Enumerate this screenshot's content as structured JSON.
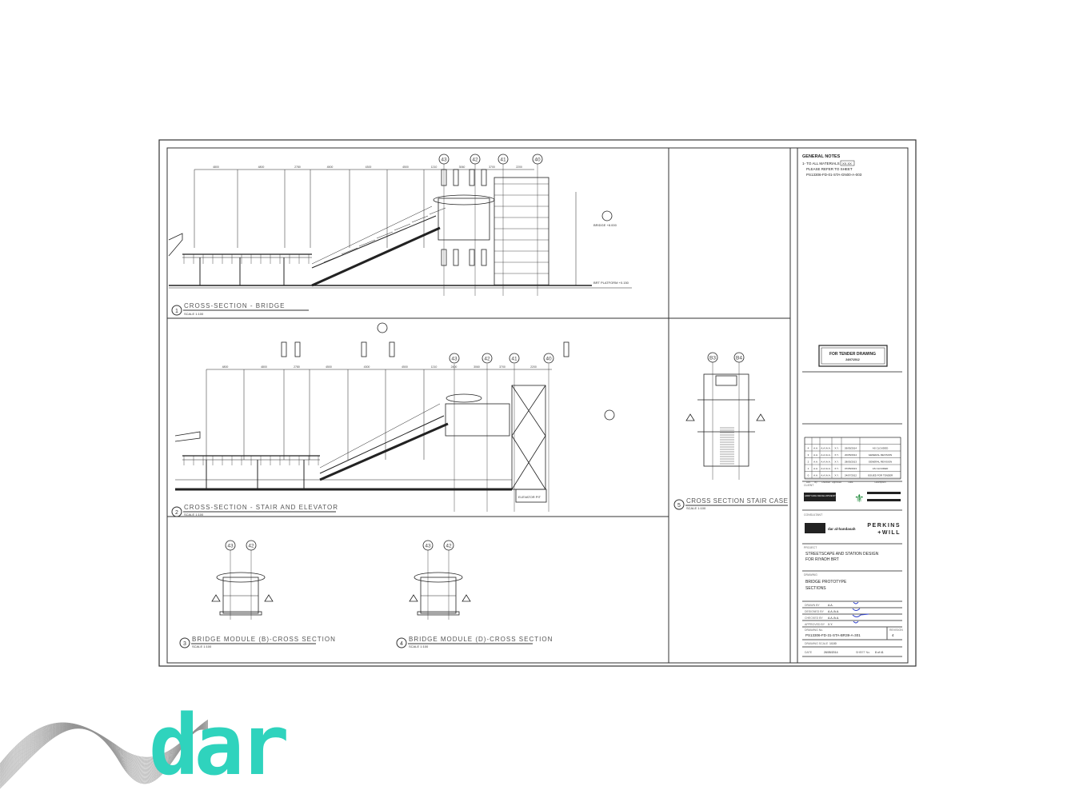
{
  "sheet": {
    "sections": [
      {
        "number": "1",
        "title": "CROSS-SECTION - BRIDGE",
        "scale": "SCALE 1:100"
      },
      {
        "number": "2",
        "title": "CROSS-SECTION - STAIR AND ELEVATOR",
        "scale": "SCALE 1:100"
      },
      {
        "number": "3",
        "title": "BRIDGE MODULE (B)-CROSS SECTION",
        "scale": "SCALE 1:100"
      },
      {
        "number": "4",
        "title": "BRIDGE MODULE (D)-CROSS SECTION",
        "scale": "SCALE 1:100"
      },
      {
        "number": "5",
        "title": "CROSS SECTION STAIR CASE",
        "scale": "SCALE 1:100"
      }
    ],
    "grid_labels_1": [
      "43",
      "42",
      "41",
      "40"
    ],
    "grid_labels_2": [
      "43",
      "42",
      "41",
      "40"
    ],
    "grid_labels_3": [
      "43",
      "42"
    ],
    "grid_labels_4": [
      "43",
      "42"
    ],
    "grid_labels_5": [
      "B3",
      "B4"
    ],
    "dims_1": [
      "4800",
      "4800",
      "2780",
      "4500",
      "4300",
      "4500",
      "1210",
      "3060",
      "3700",
      "2200"
    ],
    "dims_2": [
      "4800",
      "4800",
      "2780",
      "4500",
      "4300",
      "4500",
      "1210",
      "2400",
      "3060",
      "3700",
      "2200"
    ],
    "level_labels": {
      "bridge": "BRIDGE +8.000",
      "platform": "BRT PLATFORM +0.150",
      "elevator": "ELEVATOR PIT"
    }
  },
  "title_block": {
    "general_notes_title": "GENERAL NOTES",
    "note_1": "1- TO ALL MATERIALS",
    "note_1_tag": "XX.XX",
    "note_2": "PLEASE REFER TO SHEET",
    "note_3": "PS13306-FD-01-STA-GN00-A-003",
    "stamp_title": "FOR TENDER DRAWING",
    "stamp_date": "24/07/2012",
    "revision_table": {
      "headers": [
        "Rev",
        "By",
        "Checked",
        "Approved",
        "Date",
        "Description"
      ],
      "rows": [
        [
          "4",
          "A.A.",
          "A.A./A.A.",
          "X.Y.",
          "26/05/2014",
          "AS CLOUDED"
        ],
        [
          "3",
          "A.A.",
          "A.A./A.A.",
          "X.Y.",
          "20/05/2014",
          "GENERAL REVISION"
        ],
        [
          "2",
          "A.A.",
          "A.A./A.A.",
          "X.Y.",
          "28/05/2013",
          "GENERAL REVISION"
        ],
        [
          "1",
          "A.A.",
          "A.A./A.A.",
          "X.Y.",
          "07/05/2013",
          "AS CLOUDED"
        ],
        [
          "0",
          "A.A.",
          "A.A./A.A.",
          "X.Y.",
          "24/07/2012",
          "ISSUED FOR TENDER"
        ]
      ]
    },
    "client_label": "CLIENT",
    "client_name": "ARRIYADH DEVELOPMENT AUTHORITY",
    "consultant_label": "CONSULTANT",
    "consultant_1": "dar al-handasah",
    "consultant_2_line1": "PERKINS",
    "consultant_2_line2": "+WILL",
    "project_label": "PROJECT",
    "project_line1": "STREETSCAPE AND STATION DESIGN",
    "project_line2": "FOR RIYADH BRT",
    "drawing_label": "DRAWING",
    "drawing_line1": "BRIDGE PROTOTYPE",
    "drawing_line2": "SECTIONS",
    "drawn_by_label": "DRAWN BY",
    "drawn_by": "A.A.",
    "designed_by_label": "DESIGNED BY",
    "designed_by": "A.A./A.A.",
    "checked_by_label": "CHECKED BY",
    "checked_by": "A.A./A.A.",
    "approved_by_label": "APPROVED BY",
    "approved_by": "X.Y.",
    "drawing_no_label": "DRAWING No.",
    "drawing_no": "PS13306-FD-31-STA-BR39-A-301",
    "rev_label": "REVISION",
    "rev": "4",
    "scale_label": "DRAWING SCALE",
    "scale": "1/100",
    "date_label": "DATE",
    "date": "26/05/2014",
    "sheet_label": "SHEET No.",
    "sheet_no": "8 of 41"
  },
  "logo": {
    "text": "dar",
    "color": "#2fd3bd"
  },
  "colors": {
    "ink": "#222222",
    "signature": "#3344cc"
  }
}
